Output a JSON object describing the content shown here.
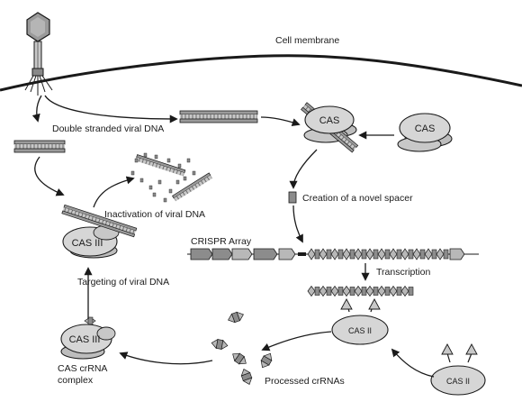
{
  "labels": {
    "cell_membrane": "Cell membrane",
    "double_stranded": "Double stranded viral DNA",
    "inactivation": "Inactivation of viral DNA",
    "novel_spacer": "Creation of a novel spacer",
    "crispr_array": "CRISPR Array",
    "transcription": "Transcription",
    "targeting": "Targeting of viral DNA",
    "processed": "Processed crRNAs",
    "cas_crrna_line1": "CAS crRNA",
    "cas_crrna_line2": "complex"
  },
  "proteins": {
    "cas_acquisition": "CAS",
    "cas_free": "CAS",
    "cas_iii_targeting": "CAS III",
    "cas_iii_complex": "CAS III",
    "cas_ii_processing": "CAS II",
    "cas_ii_free": "CAS II"
  },
  "colors": {
    "ink": "#1a1a1a",
    "dna_fill": "#9a9a9a",
    "protein_fill": "#d6d6d6",
    "protein_dark": "#bdbdbd",
    "repeat_fill": "#b8b8b8",
    "spacer_fill": "#8c8c8c"
  }
}
